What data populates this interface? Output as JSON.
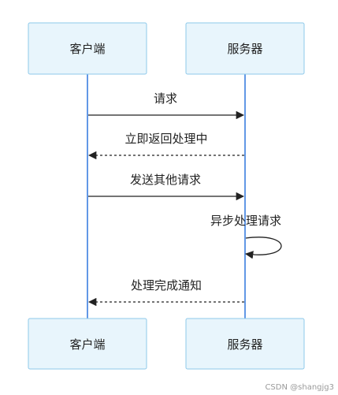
{
  "participants": {
    "client": "客户端",
    "server": "服务器"
  },
  "messages": [
    {
      "label": "请求",
      "from": "client",
      "to": "server",
      "style": "solid"
    },
    {
      "label": "立即返回处理中",
      "from": "server",
      "to": "client",
      "style": "dashed"
    },
    {
      "label": "发送其他请求",
      "from": "client",
      "to": "server",
      "style": "solid"
    },
    {
      "label": "异步处理请求",
      "from": "server",
      "to": "server",
      "style": "solid"
    },
    {
      "label": "处理完成通知",
      "from": "server",
      "to": "client",
      "style": "dashed"
    }
  ],
  "watermark": "CSDN @shangjg3",
  "colors": {
    "actor_fill": "#e8f5fc",
    "actor_border": "#8ec9ea",
    "lifeline": "#3b7fe0",
    "arrow": "#222222"
  }
}
